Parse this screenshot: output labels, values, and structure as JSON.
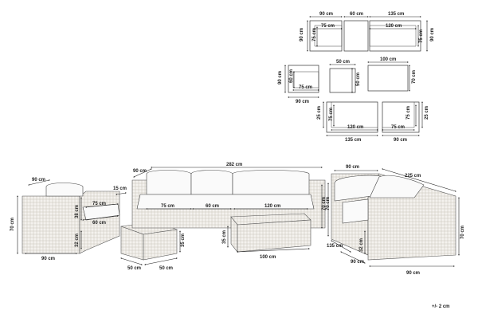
{
  "top_views": {
    "row1": {
      "a": "90 cm",
      "b": "75 cm",
      "c": "90 cm",
      "d": "75 cm",
      "e": "60 cm",
      "f": "135 cm",
      "g": "120 cm",
      "h": "75 cm",
      "i": "90 cm"
    },
    "row2": {
      "a": "90 cm",
      "b": "60 cm",
      "c": "75 cm",
      "d": "90 cm",
      "e": "50 cm",
      "f": "50 cm",
      "g": "100 cm",
      "h": "70 cm"
    },
    "row3": {
      "a": "25 cm",
      "b": "75 cm",
      "c": "120 cm",
      "d": "135 cm",
      "e": "25 cm",
      "f": "75 cm",
      "g": "90 cm"
    }
  },
  "armchair": {
    "depth": "90 cm",
    "arm": "15 cm",
    "height": "70 cm",
    "seat_depth": "75 cm",
    "seat_width": "60 cm",
    "back": "38 cm",
    "seat_h": "32 cm",
    "width": "90 cm"
  },
  "ottoman": {
    "h": "35 cm",
    "w1": "50 cm",
    "w2": "50 cm"
  },
  "sofa": {
    "depth": "90 cm",
    "length": "282 cm",
    "s1": "75 cm",
    "s2": "60 cm",
    "s3": "120 cm",
    "height": "70 cm"
  },
  "table": {
    "h": "35 cm",
    "w": "100 cm"
  },
  "corner_sofa": {
    "top": "90 cm",
    "length": "225 cm",
    "height": "70 cm",
    "seat": "32 cm",
    "w1": "135 cm",
    "w2": "90 cm",
    "w3": "90 cm",
    "h2": "70 cm"
  },
  "tolerance": "+/- 2 cm"
}
